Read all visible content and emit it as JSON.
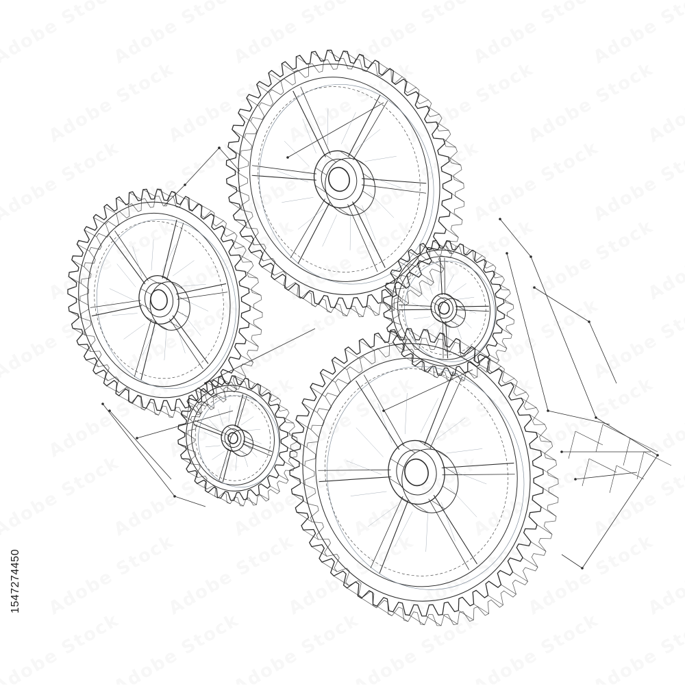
{
  "image": {
    "subject": "wireframe-gears",
    "line_color": "#2b2b2b",
    "accent_line_color": "#7f8c9a",
    "background_color": "#ffffff"
  },
  "stock_id": "1547274450",
  "watermark": {
    "logo": "Adobe Stock"
  }
}
